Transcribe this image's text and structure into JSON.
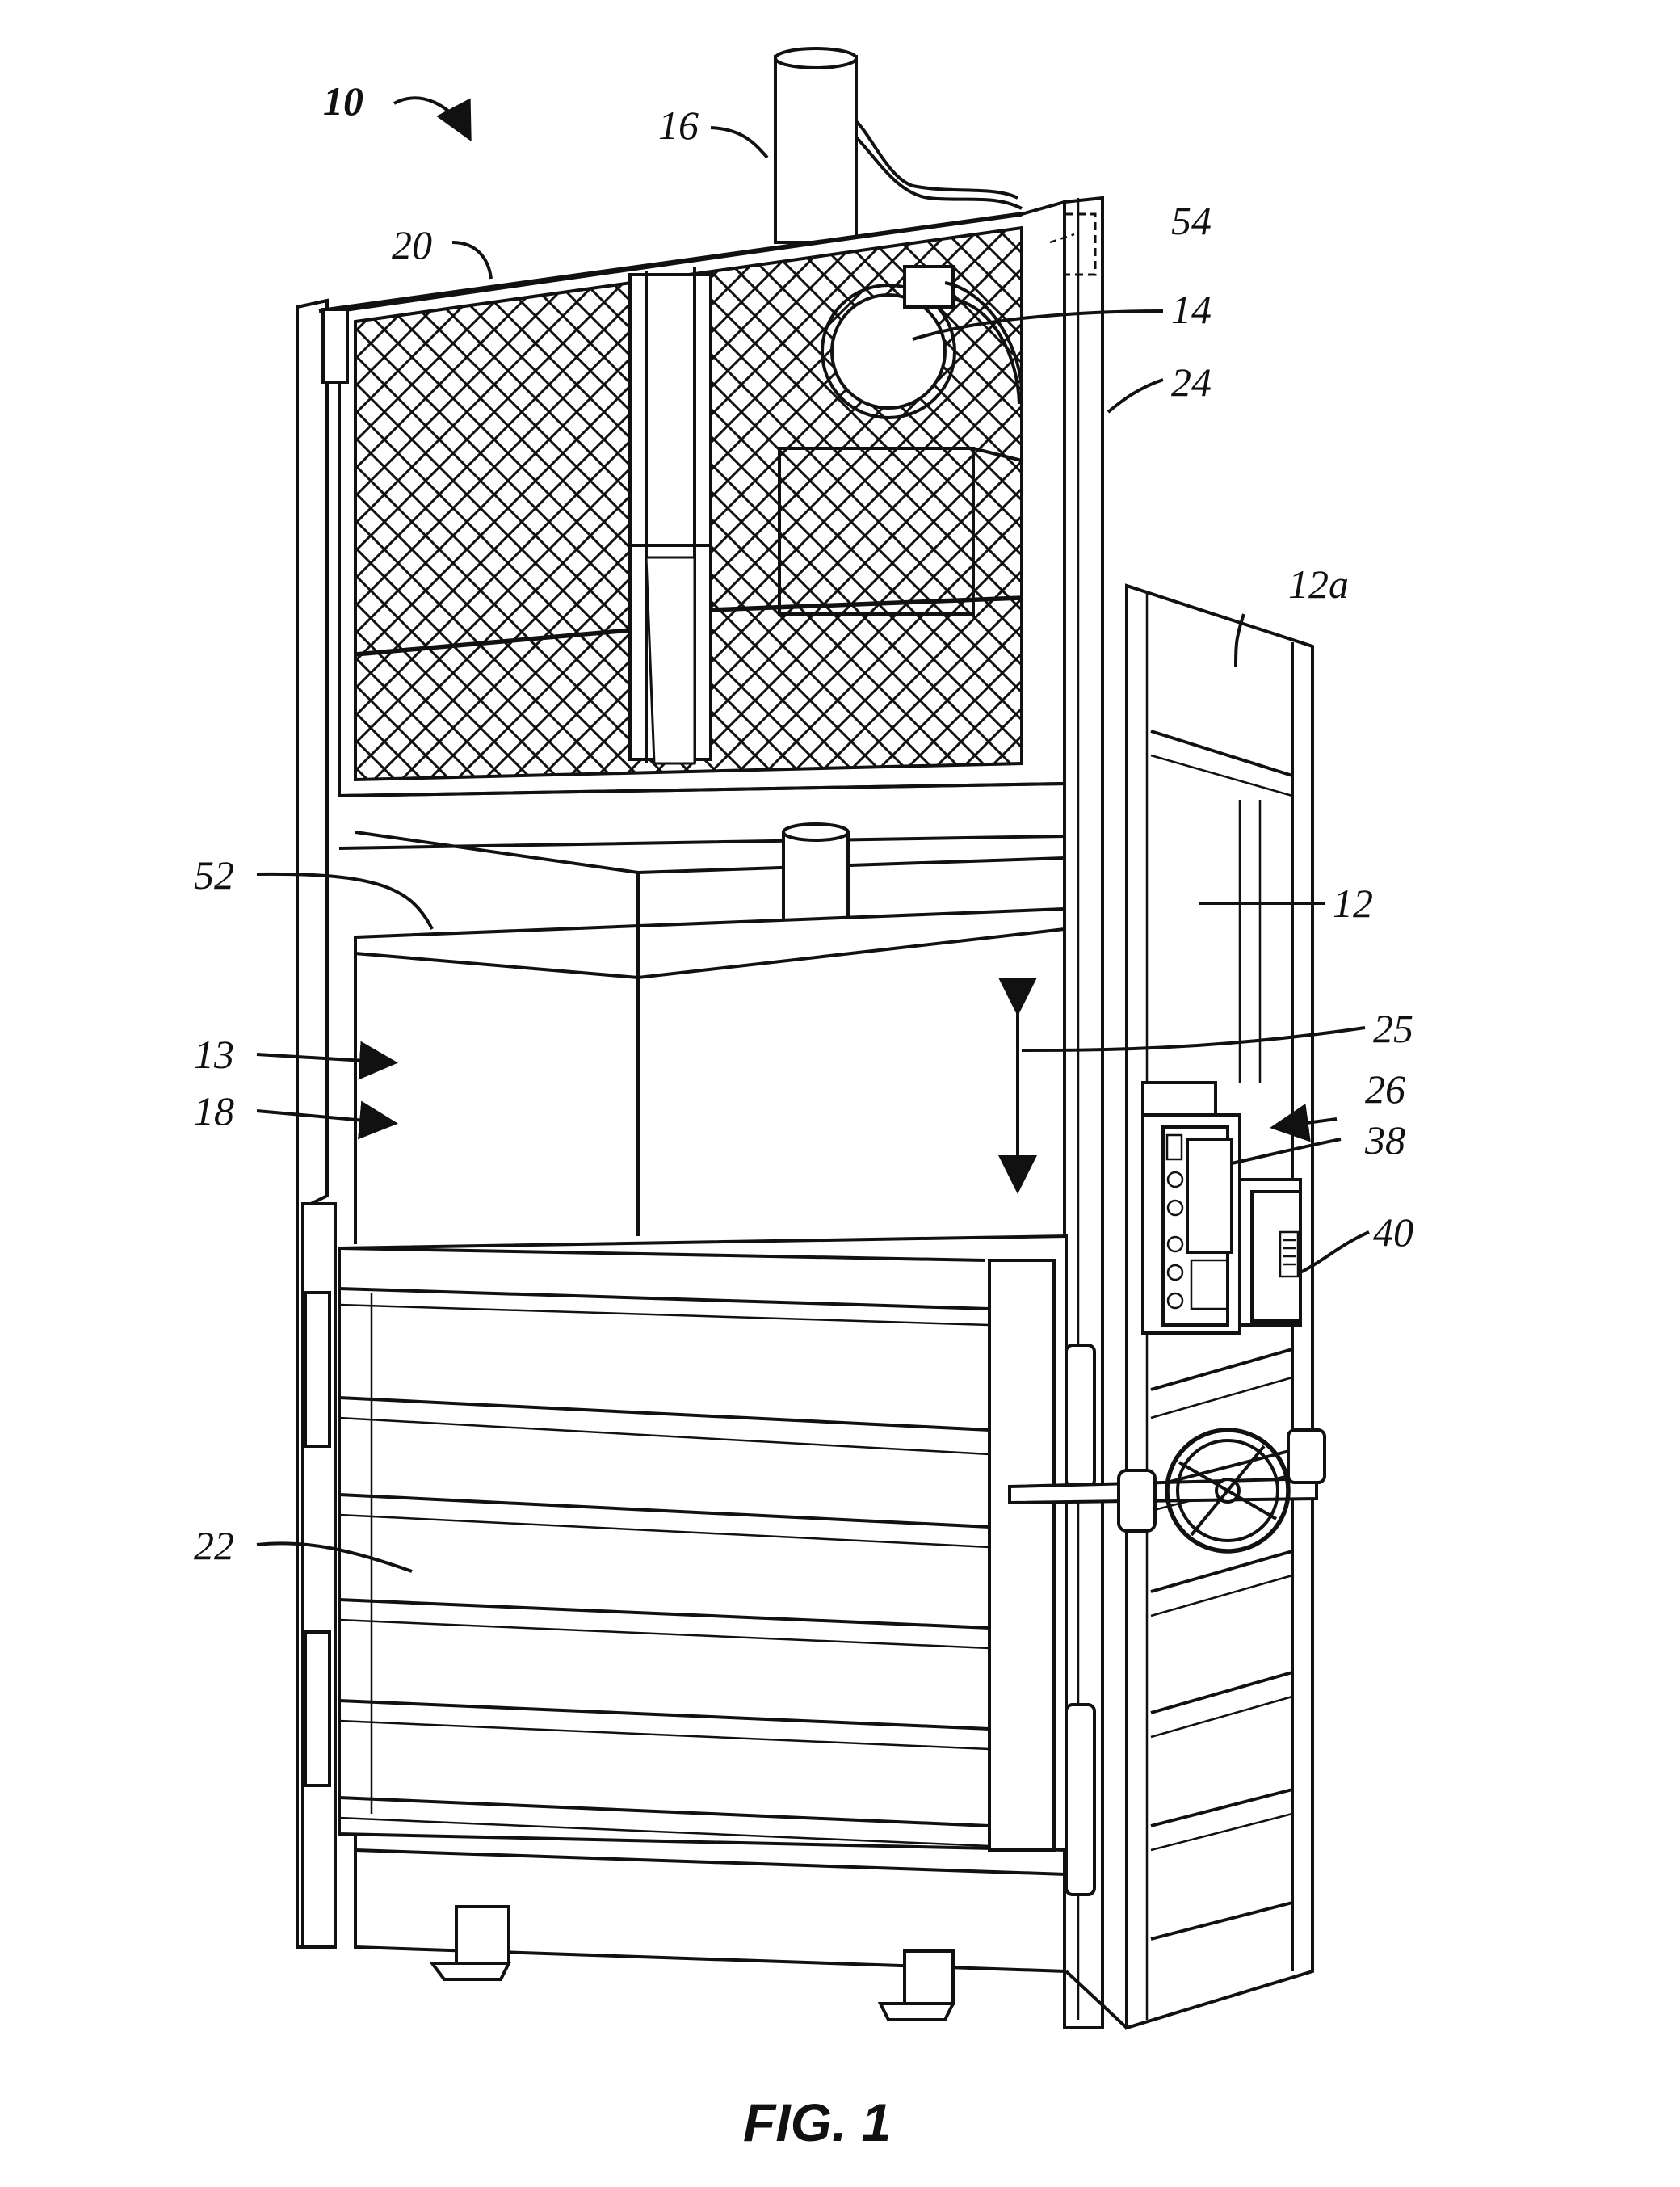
{
  "figure": {
    "caption": "FIG. 1",
    "labels": {
      "l10": "10",
      "l16": "16",
      "l20": "20",
      "l54": "54",
      "l14": "14",
      "l24": "24",
      "l12a": "12a",
      "l12": "12",
      "l52": "52",
      "l25": "25",
      "l13": "13",
      "l18": "18",
      "l26": "26",
      "l38": "38",
      "l40": "40",
      "l22": "22"
    }
  }
}
